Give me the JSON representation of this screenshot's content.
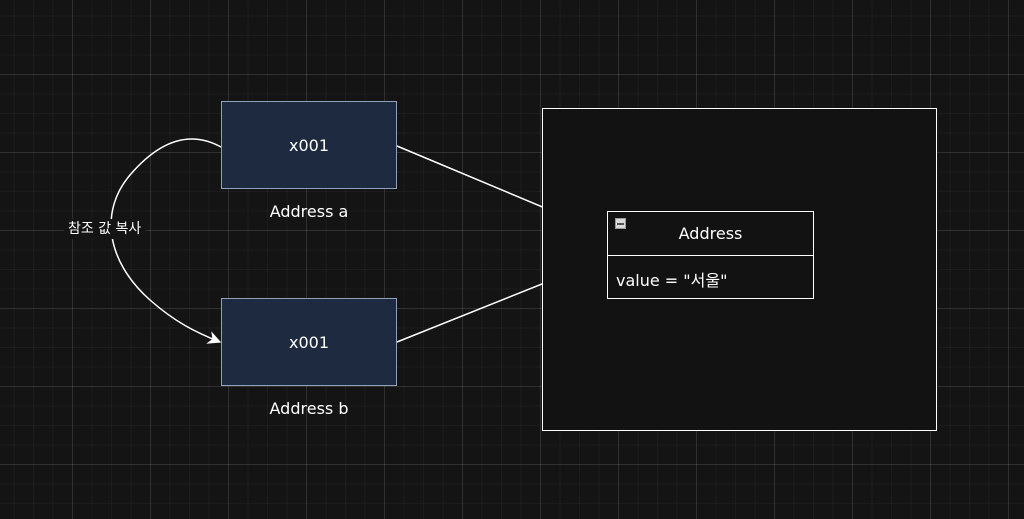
{
  "diagram": {
    "variables": [
      {
        "id": "a",
        "value": "x001",
        "caption": "Address a"
      },
      {
        "id": "b",
        "value": "x001",
        "caption": "Address b"
      }
    ],
    "class_box": {
      "title": "Address",
      "field": "value = \"서울\""
    },
    "copy_label": "참조 값 복사"
  }
}
